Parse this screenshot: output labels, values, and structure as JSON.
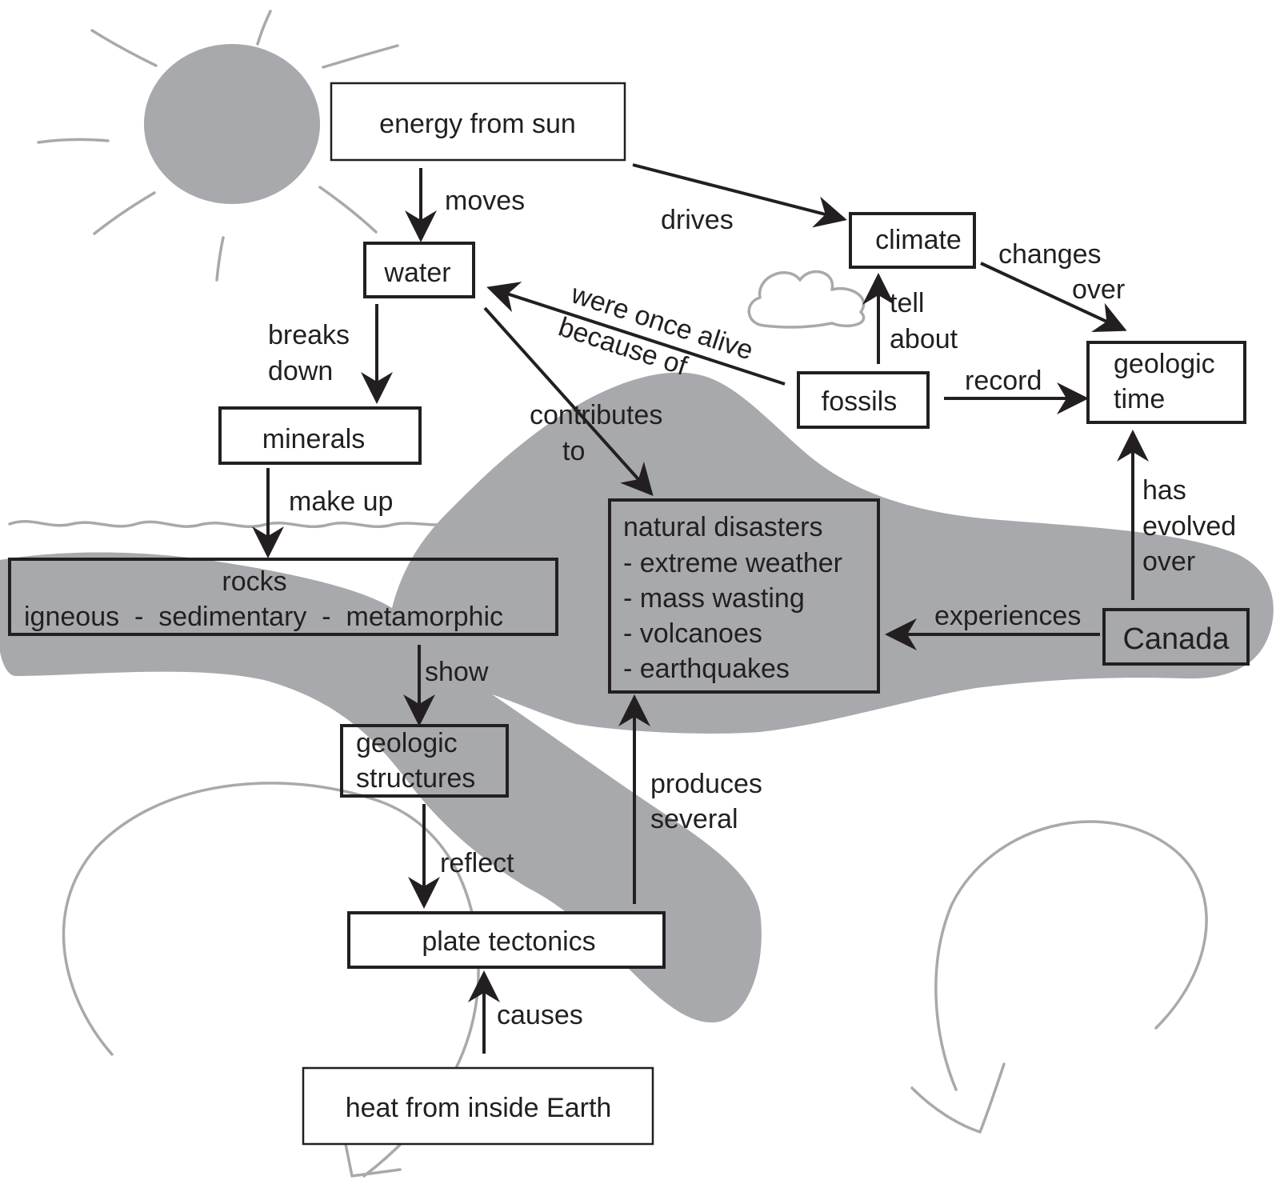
{
  "nodes": {
    "energy_from_sun": "energy from sun",
    "water": "water",
    "climate": "climate",
    "minerals": "minerals",
    "fossils": "fossils",
    "geologic_time_1": "geologic",
    "geologic_time_2": "time",
    "rocks_title": "rocks",
    "rocks_types": "igneous  -  sedimentary  -  metamorphic",
    "natural_disasters": "natural disasters",
    "nd_item_1": "- extreme weather",
    "nd_item_2": "- mass wasting",
    "nd_item_3": "- volcanoes",
    "nd_item_4": "- earthquakes",
    "canada": "Canada",
    "geologic_structures_1": "geologic",
    "geologic_structures_2": "structures",
    "plate_tectonics": "plate tectonics",
    "heat_from_inside_earth": "heat from inside Earth"
  },
  "links": {
    "moves": "moves",
    "drives": "drives",
    "changes_over_1": "changes",
    "changes_over_2": "over",
    "tell_about_1": "tell",
    "tell_about_2": "about",
    "were_once_alive": "were once alive",
    "because_of": "because of",
    "breaks_down_1": "breaks",
    "breaks_down_2": "down",
    "record": "record",
    "contributes_to_1": "contributes",
    "contributes_to_2": "to",
    "make_up": "make up",
    "has_evolved_over_1": "has",
    "has_evolved_over_2": "evolved",
    "has_evolved_over_3": "over",
    "experiences": "experiences",
    "show": "show",
    "produces_several_1": "produces",
    "produces_several_2": "several",
    "reflect": "reflect",
    "causes": "causes"
  },
  "colors": {
    "ink": "#231f20",
    "shading": "#a7a9ac",
    "background": "#ffffff"
  }
}
